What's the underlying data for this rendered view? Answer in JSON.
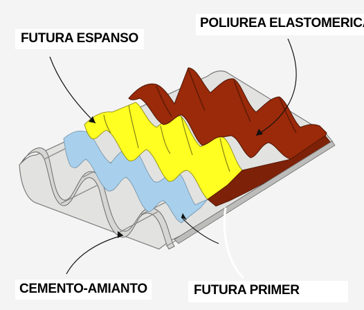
{
  "labels": {
    "futura_espanso": "FUTURA ESPANSO",
    "poliurea_elastomerica": "POLIUREA ELASTOMERICA",
    "cemento_amianto": "CEMENTO-AMIANTO",
    "futura_primer": "FUTURA PRIMER"
  },
  "colors": {
    "background": "#f4f4f4",
    "cemento_amianto": "#e2e2e0",
    "futura_primer": "#a8d0ec",
    "futura_espanso": "#ffff22",
    "poliurea_elastomerica": "#9a2a0a"
  }
}
